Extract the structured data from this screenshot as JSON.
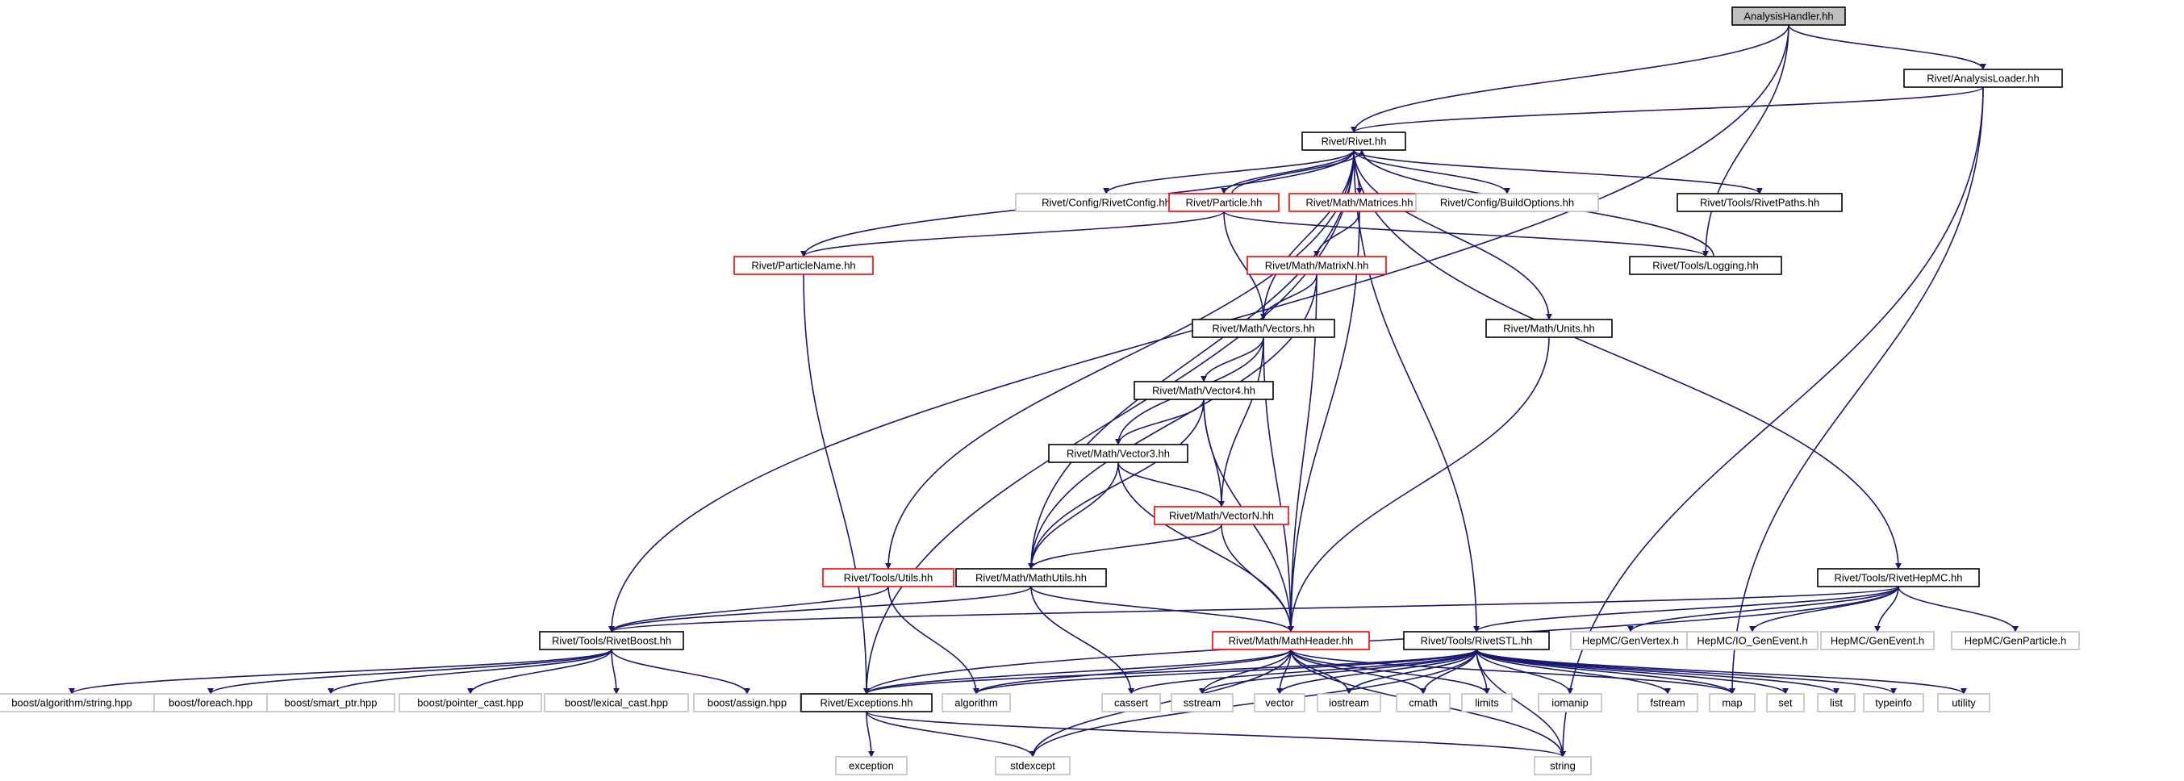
{
  "colors": {
    "edge": "#191970",
    "border_documented": "#000000",
    "border_undocumented": "#bfbfbf",
    "border_incomplete": "#ff0000",
    "fill_root": "#bfbfbf",
    "fill_default": "#ffffff"
  },
  "nodes": [
    {
      "id": "analysishandler",
      "label": "AnalysisHandler.hh",
      "style": "root"
    },
    {
      "id": "analysisloader",
      "label": "Rivet/AnalysisLoader.hh",
      "style": "documented"
    },
    {
      "id": "rivet",
      "label": "Rivet/Rivet.hh",
      "style": "documented"
    },
    {
      "id": "rivetconfig",
      "label": "Rivet/Config/RivetConfig.hh",
      "style": "undocumented"
    },
    {
      "id": "particle",
      "label": "Rivet/Particle.hh",
      "style": "incomplete"
    },
    {
      "id": "matrices",
      "label": "Rivet/Math/Matrices.hh",
      "style": "incomplete"
    },
    {
      "id": "buildoptions",
      "label": "Rivet/Config/BuildOptions.hh",
      "style": "undocumented"
    },
    {
      "id": "rivetpaths",
      "label": "Rivet/Tools/RivetPaths.hh",
      "style": "documented"
    },
    {
      "id": "particlename",
      "label": "Rivet/ParticleName.hh",
      "style": "incomplete"
    },
    {
      "id": "matrixn",
      "label": "Rivet/Math/MatrixN.hh",
      "style": "incomplete"
    },
    {
      "id": "logging",
      "label": "Rivet/Tools/Logging.hh",
      "style": "documented"
    },
    {
      "id": "vectors",
      "label": "Rivet/Math/Vectors.hh",
      "style": "documented"
    },
    {
      "id": "units",
      "label": "Rivet/Math/Units.hh",
      "style": "documented"
    },
    {
      "id": "vector4",
      "label": "Rivet/Math/Vector4.hh",
      "style": "documented"
    },
    {
      "id": "vector3",
      "label": "Rivet/Math/Vector3.hh",
      "style": "documented"
    },
    {
      "id": "vectorn",
      "label": "Rivet/Math/VectorN.hh",
      "style": "incomplete"
    },
    {
      "id": "utils",
      "label": "Rivet/Tools/Utils.hh",
      "style": "incomplete"
    },
    {
      "id": "mathutils",
      "label": "Rivet/Math/MathUtils.hh",
      "style": "documented"
    },
    {
      "id": "rivethepmc",
      "label": "Rivet/Tools/RivetHepMC.hh",
      "style": "documented"
    },
    {
      "id": "rivetboost",
      "label": "Rivet/Tools/RivetBoost.hh",
      "style": "documented"
    },
    {
      "id": "mathheader",
      "label": "Rivet/Math/MathHeader.hh",
      "style": "incomplete"
    },
    {
      "id": "rivetstl",
      "label": "Rivet/Tools/RivetSTL.hh",
      "style": "documented"
    },
    {
      "id": "genvertex",
      "label": "HepMC/GenVertex.h",
      "style": "undocumented"
    },
    {
      "id": "ioGenevent",
      "label": "HepMC/IO_GenEvent.h",
      "style": "undocumented"
    },
    {
      "id": "genevent",
      "label": "HepMC/GenEvent.h",
      "style": "undocumented"
    },
    {
      "id": "genparticle",
      "label": "HepMC/GenParticle.h",
      "style": "undocumented"
    },
    {
      "id": "b_algstring",
      "label": "boost/algorithm/string.hpp",
      "style": "undocumented"
    },
    {
      "id": "b_foreach",
      "label": "boost/foreach.hpp",
      "style": "undocumented"
    },
    {
      "id": "b_smartptr",
      "label": "boost/smart_ptr.hpp",
      "style": "undocumented"
    },
    {
      "id": "b_pointercast",
      "label": "boost/pointer_cast.hpp",
      "style": "undocumented"
    },
    {
      "id": "b_lexicalcast",
      "label": "boost/lexical_cast.hpp",
      "style": "undocumented"
    },
    {
      "id": "b_assign",
      "label": "boost/assign.hpp",
      "style": "undocumented"
    },
    {
      "id": "exceptions",
      "label": "Rivet/Exceptions.hh",
      "style": "documented"
    },
    {
      "id": "algorithm",
      "label": "algorithm",
      "style": "undocumented"
    },
    {
      "id": "cassert",
      "label": "cassert",
      "style": "undocumented"
    },
    {
      "id": "sstream",
      "label": "sstream",
      "style": "undocumented"
    },
    {
      "id": "vector",
      "label": "vector",
      "style": "undocumented"
    },
    {
      "id": "iostream",
      "label": "iostream",
      "style": "undocumented"
    },
    {
      "id": "cmath",
      "label": "cmath",
      "style": "undocumented"
    },
    {
      "id": "limits",
      "label": "limits",
      "style": "undocumented"
    },
    {
      "id": "iomanip",
      "label": "iomanip",
      "style": "undocumented"
    },
    {
      "id": "fstream",
      "label": "fstream",
      "style": "undocumented"
    },
    {
      "id": "map",
      "label": "map",
      "style": "undocumented"
    },
    {
      "id": "set",
      "label": "set",
      "style": "undocumented"
    },
    {
      "id": "list",
      "label": "list",
      "style": "undocumented"
    },
    {
      "id": "typeinfo",
      "label": "typeinfo",
      "style": "undocumented"
    },
    {
      "id": "utility",
      "label": "utility",
      "style": "undocumented"
    },
    {
      "id": "exception",
      "label": "exception",
      "style": "undocumented"
    },
    {
      "id": "stdexcept",
      "label": "stdexcept",
      "style": "undocumented"
    },
    {
      "id": "string",
      "label": "string",
      "style": "undocumented"
    }
  ],
  "edges": [
    [
      "analysishandler",
      "rivet"
    ],
    [
      "analysishandler",
      "analysisloader"
    ],
    [
      "analysishandler",
      "logging"
    ],
    [
      "analysishandler",
      "rivetboost"
    ],
    [
      "analysisloader",
      "rivet"
    ],
    [
      "analysisloader",
      "map"
    ],
    [
      "analysisloader",
      "string"
    ],
    [
      "rivet",
      "rivetconfig"
    ],
    [
      "rivet",
      "particle"
    ],
    [
      "rivet",
      "matrices"
    ],
    [
      "rivet",
      "buildoptions"
    ],
    [
      "rivet",
      "rivetpaths"
    ],
    [
      "rivet",
      "particlename"
    ],
    [
      "rivet",
      "vectors"
    ],
    [
      "rivet",
      "units"
    ],
    [
      "rivet",
      "utils"
    ],
    [
      "rivet",
      "mathutils"
    ],
    [
      "rivet",
      "rivethepmc"
    ],
    [
      "rivet",
      "rivetstl"
    ],
    [
      "rivet",
      "exceptions"
    ],
    [
      "particle",
      "rivet"
    ],
    [
      "particle",
      "particlename"
    ],
    [
      "particle",
      "vectors"
    ],
    [
      "particle",
      "logging"
    ],
    [
      "logging",
      "rivet"
    ],
    [
      "matrices",
      "matrixn"
    ],
    [
      "matrices",
      "mathheader"
    ],
    [
      "matrixn",
      "vectors"
    ],
    [
      "matrixn",
      "mathutils"
    ],
    [
      "matrixn",
      "mathheader"
    ],
    [
      "particlename",
      "exceptions"
    ],
    [
      "vectors",
      "vector4"
    ],
    [
      "vectors",
      "vector3"
    ],
    [
      "vectors",
      "vectorn"
    ],
    [
      "vectors",
      "mathheader"
    ],
    [
      "vector4",
      "vector3"
    ],
    [
      "vector4",
      "vectorn"
    ],
    [
      "vector4",
      "mathutils"
    ],
    [
      "vector4",
      "mathheader"
    ],
    [
      "vector3",
      "vectorn"
    ],
    [
      "vector3",
      "mathutils"
    ],
    [
      "vector3",
      "mathheader"
    ],
    [
      "vectorn",
      "mathutils"
    ],
    [
      "vectorn",
      "mathheader"
    ],
    [
      "units",
      "mathheader"
    ],
    [
      "utils",
      "rivetboost"
    ],
    [
      "utils",
      "algorithm"
    ],
    [
      "mathutils",
      "rivetboost"
    ],
    [
      "mathutils",
      "mathheader"
    ],
    [
      "mathutils",
      "cassert"
    ],
    [
      "rivethepmc",
      "rivetboost"
    ],
    [
      "rivethepmc",
      "rivetstl"
    ],
    [
      "rivethepmc",
      "exceptions"
    ],
    [
      "rivethepmc",
      "genvertex"
    ],
    [
      "rivethepmc",
      "ioGenevent"
    ],
    [
      "rivethepmc",
      "genevent"
    ],
    [
      "rivethepmc",
      "genparticle"
    ],
    [
      "rivetboost",
      "b_algstring"
    ],
    [
      "rivetboost",
      "b_foreach"
    ],
    [
      "rivetboost",
      "b_smartptr"
    ],
    [
      "rivetboost",
      "b_pointercast"
    ],
    [
      "rivetboost",
      "b_lexicalcast"
    ],
    [
      "rivetboost",
      "b_assign"
    ],
    [
      "mathheader",
      "exceptions"
    ],
    [
      "mathheader",
      "algorithm"
    ],
    [
      "mathheader",
      "stdexcept"
    ],
    [
      "mathheader",
      "string"
    ],
    [
      "mathheader",
      "sstream"
    ],
    [
      "mathheader",
      "vector"
    ],
    [
      "mathheader",
      "iostream"
    ],
    [
      "mathheader",
      "cmath"
    ],
    [
      "mathheader",
      "limits"
    ],
    [
      "mathheader",
      "map"
    ],
    [
      "rivetstl",
      "exceptions"
    ],
    [
      "rivetstl",
      "algorithm"
    ],
    [
      "rivetstl",
      "cassert"
    ],
    [
      "rivetstl",
      "sstream"
    ],
    [
      "rivetstl",
      "vector"
    ],
    [
      "rivetstl",
      "iostream"
    ],
    [
      "rivetstl",
      "cmath"
    ],
    [
      "rivetstl",
      "limits"
    ],
    [
      "rivetstl",
      "iomanip"
    ],
    [
      "rivetstl",
      "fstream"
    ],
    [
      "rivetstl",
      "map"
    ],
    [
      "rivetstl",
      "set"
    ],
    [
      "rivetstl",
      "list"
    ],
    [
      "rivetstl",
      "typeinfo"
    ],
    [
      "rivetstl",
      "utility"
    ],
    [
      "rivetstl",
      "stdexcept"
    ],
    [
      "rivetstl",
      "string"
    ],
    [
      "exceptions",
      "exception"
    ],
    [
      "exceptions",
      "stdexcept"
    ],
    [
      "exceptions",
      "string"
    ]
  ]
}
